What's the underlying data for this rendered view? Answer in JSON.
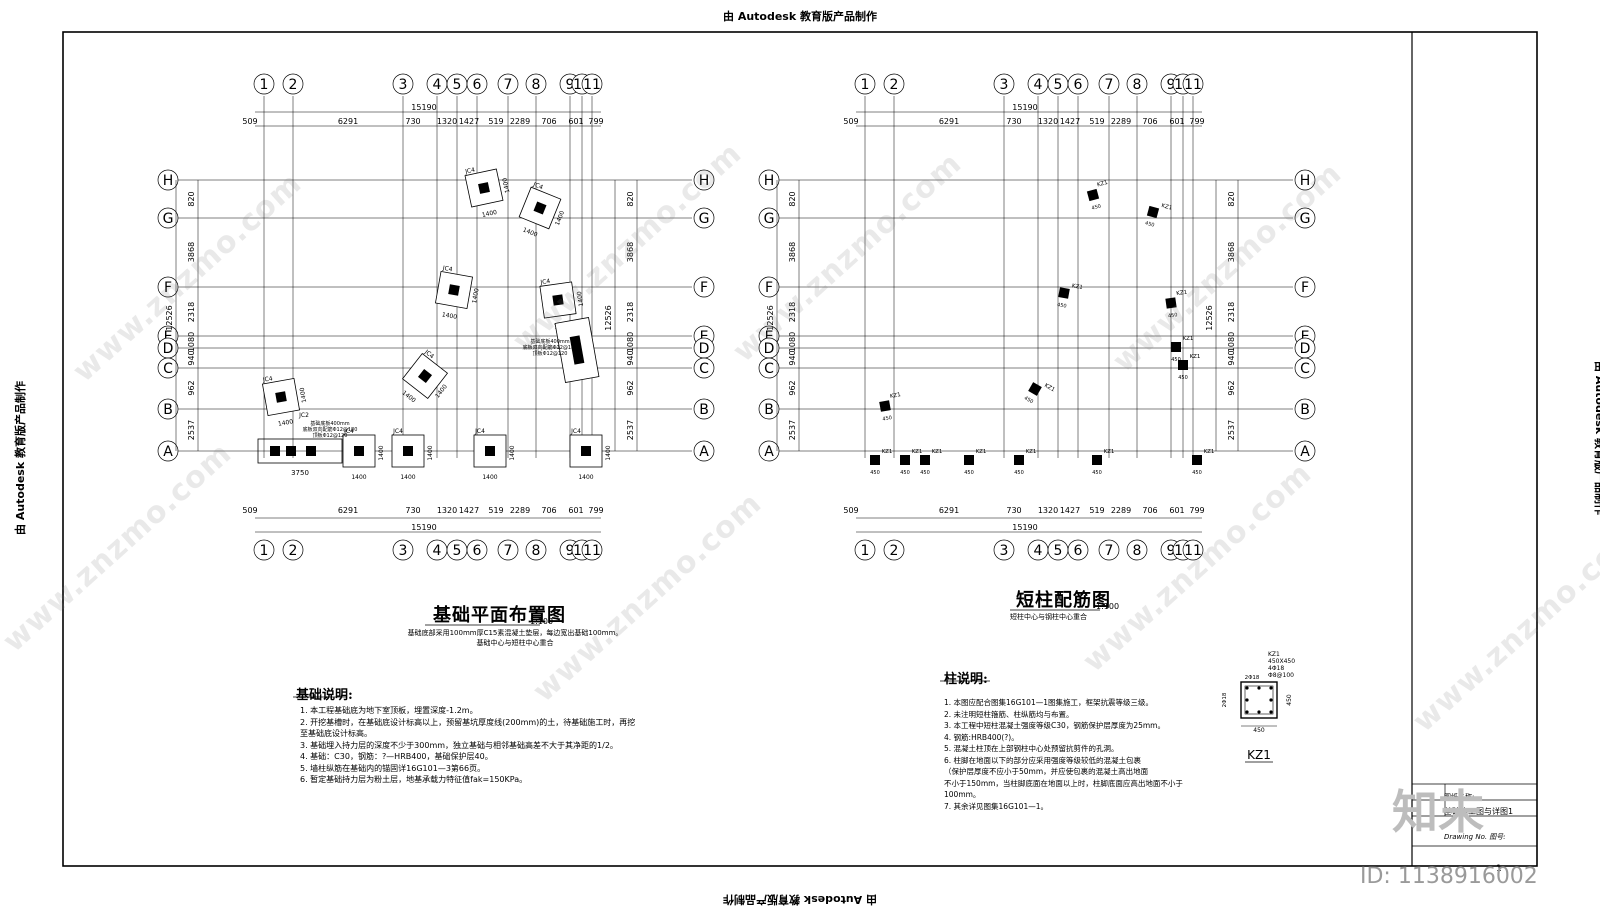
{
  "edu_watermark": "由 Autodesk 教育版产品制作",
  "grid_columns": [
    "1",
    "2",
    "3",
    "4",
    "5",
    "6",
    "7",
    "8",
    "9",
    "10",
    "11"
  ],
  "grid_rows": [
    "H",
    "G",
    "F",
    "E",
    "D",
    "C",
    "B",
    "A"
  ],
  "dims_top_total": "15190",
  "dims_bottom_total": "15190",
  "dims_spans": [
    "509",
    "6291",
    "730",
    "1320",
    "1427",
    "519",
    "2289",
    "706",
    "601",
    "799"
  ],
  "dims_rows": [
    "820",
    "3868",
    "2318",
    "1080",
    "940",
    "962",
    "2537"
  ],
  "dims_rows_total": "12526",
  "plan_left": {
    "title": "基础平面布置图",
    "scale": "1:100",
    "sub_lines": [
      "基础底部采用100mm厚C15素混凝土垫层，每边宽出基础100mm。",
      "基础中心与短柱中心重合"
    ],
    "footing_label": "JC4",
    "footing_dim": "1400",
    "strip_label": "JC2",
    "strip_dim": "3750",
    "strip_notes": [
      "基础底板400mm",
      "底板双向配筋Φ12@180",
      "顶板Φ12@120"
    ],
    "notes_heading": "基础说明:",
    "notes": [
      "1. 本工程基础底为地下室顶板，埋置深度-1.2m。",
      "2. 开挖基槽时，在基础底设计标高以上，预留基坑厚度线(200mm)的土，待基础施工时，再挖至基础底设计标高。",
      "3. 基础埋入持力层的深度不少于300mm，独立基础与相邻基础高差不大于其净距的1/2。",
      "4. 基础：C30，钢筋：?—HRB400，基础保护层40。",
      "5. 墙柱纵筋在基础内的锚固详16G101—3第66页。",
      "6. 暂定基础持力层为粉土层，地基承载力特征值fak=150KPa。"
    ]
  },
  "plan_right": {
    "title": "短柱配筋图",
    "scale": "1:100",
    "sub_lines": [
      "短柱中心与钢柱中心重合"
    ],
    "column_label": "KZ1",
    "column_dim": "450",
    "notes_heading": "柱说明:",
    "notes": [
      "1. 本图应配合图集16G101—1图集施工，框架抗震等级三级。",
      "2. 未注明短柱箍筋、柱纵筋均与布置。",
      "3. 本工程中短柱混凝土强度等级C30，钢筋保护层厚度为25mm。",
      "4. 钢筋:HRB400(?)。",
      "5. 混凝土柱顶在上部钢柱中心处预留抗剪件的孔洞。",
      "6. 柱脚在地面以下的部分应采用强度等级较低的混凝土包裹",
      "（保护层厚度不应小于50mm，并应使包裹的混凝土高出地面",
      "不小于150mm，当柱脚底面在地面以上时，柱脚底面应高出地面不小于100mm。",
      "7. 其余详见图集16G101—1。"
    ]
  },
  "kz1_detail": {
    "name": "KZ1",
    "size": "450X450",
    "main_bars": "4Φ18",
    "stirrups": "Φ8@100",
    "side_bars": "2Φ18",
    "width": "450"
  },
  "title_block": {
    "drawing_name_label": "图纸名称:",
    "drawing_name": "基础施工图与详图1",
    "drawing_no_label": "Drawing No. 图号:",
    "drawing_no": "1"
  },
  "site_watermark": "www.znzmo.com",
  "brand_mark": "知末",
  "brand_id": "ID: 1138916002"
}
